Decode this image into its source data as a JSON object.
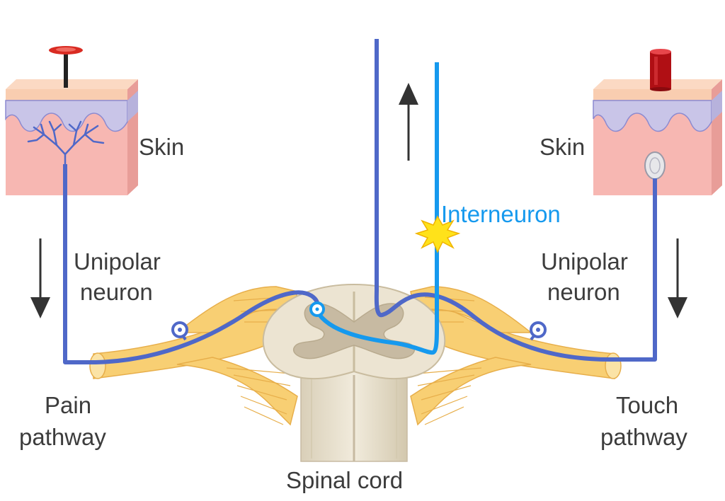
{
  "labels": {
    "skin_left": "Skin",
    "skin_right": "Skin",
    "unipolar_left_line1": "Unipolar",
    "unipolar_left_line2": "neuron",
    "unipolar_right_line1": "Unipolar",
    "unipolar_right_line2": "neuron",
    "interneuron": "Interneuron",
    "pain_line1": "Pain",
    "pain_line2": "pathway",
    "touch_line1": "Touch",
    "touch_line2": "pathway",
    "spinal_cord": "Spinal cord"
  },
  "colors": {
    "neuron_dark_blue": "#4f68c8",
    "interneuron_blue": "#1599ee",
    "nerve_yellow": "#f8cf73",
    "skin_pink": "#f7b7b2",
    "skin_top": "#f9cdb0",
    "skin_lavender": "#c9c5e8",
    "spinal_white": "#ece4d2",
    "spinal_grey": "#c7baa2",
    "pin_red": "#d92b22",
    "cylinder_red": "#b00f14",
    "spark_yellow": "#ffe21a",
    "arrow": "#333333"
  }
}
